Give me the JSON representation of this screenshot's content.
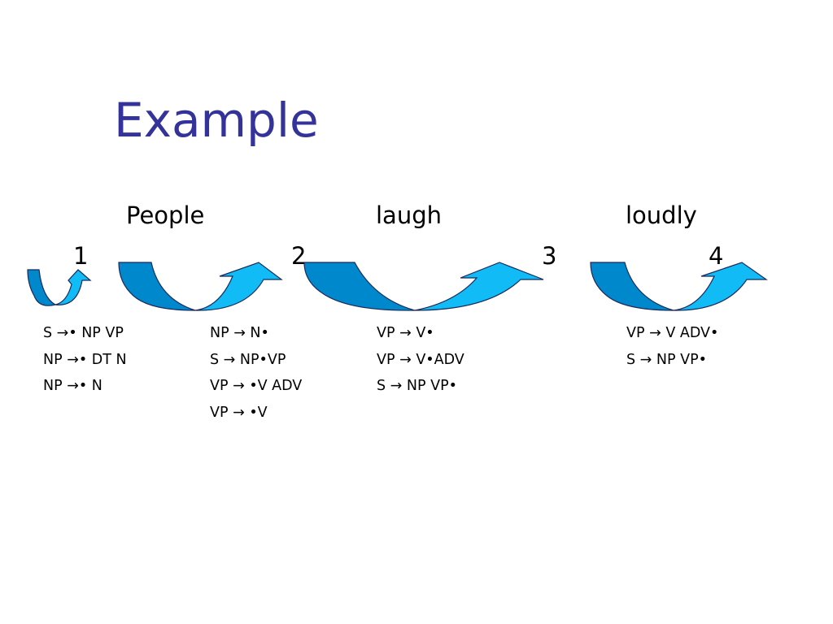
{
  "slide": {
    "title": "Example",
    "words": [
      "People",
      "laugh",
      "loudly"
    ],
    "positions": [
      "1",
      "2",
      "3",
      "4"
    ],
    "rule_columns": [
      [
        "S →• NP VP",
        "NP →• DT N",
        "NP →• N"
      ],
      [
        "NP → N•",
        "S → NP•VP",
        "VP → •V ADV",
        "VP → •V"
      ],
      [
        "VP → V•",
        "VP → V•ADV",
        "S → NP VP•"
      ],
      [
        "VP → V ADV•",
        "S → NP VP•"
      ]
    ]
  },
  "colors": {
    "title": "#333399",
    "arrow_dark": "#0088CC",
    "arrow_light": "#11BBF5",
    "arrow_stroke": "#1A2A5A"
  }
}
